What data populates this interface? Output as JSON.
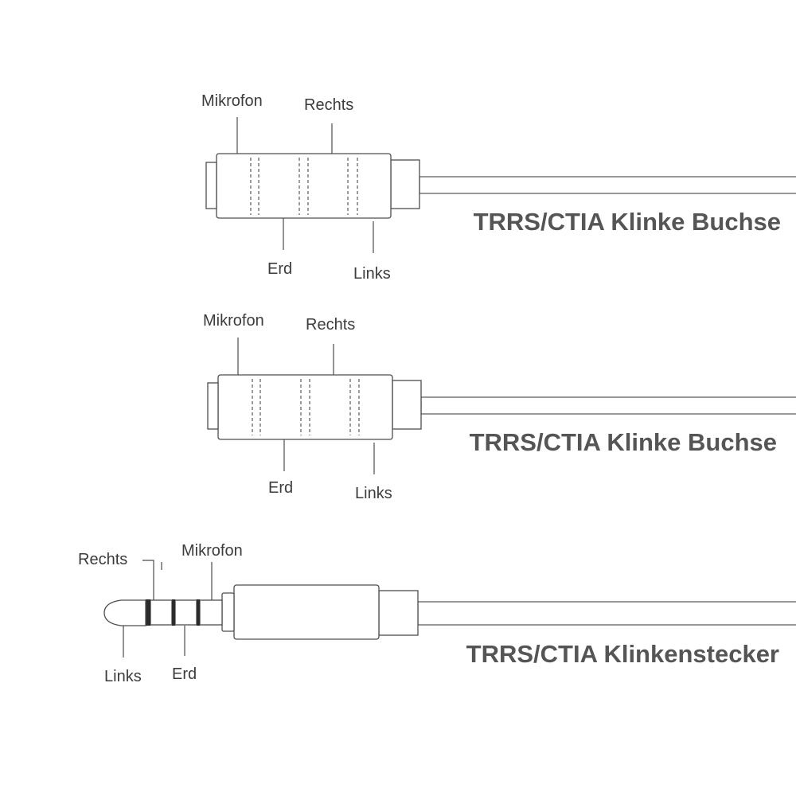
{
  "diagrams": [
    {
      "title": "TRRS/CTIA Klinke Buchse",
      "labels": {
        "mic": "Mikrofon",
        "right": "Rechts",
        "ground": "Erd",
        "left": "Links"
      }
    },
    {
      "title": "TRRS/CTIA Klinke Buchse",
      "labels": {
        "mic": "Mikrofon",
        "right": "Rechts",
        "ground": "Erd",
        "left": "Links"
      }
    },
    {
      "title": "TRRS/CTIA Klinkenstecker",
      "labels": {
        "mic": "Mikrofon",
        "right": "Rechts",
        "ground": "Erd",
        "left": "Links"
      }
    }
  ]
}
